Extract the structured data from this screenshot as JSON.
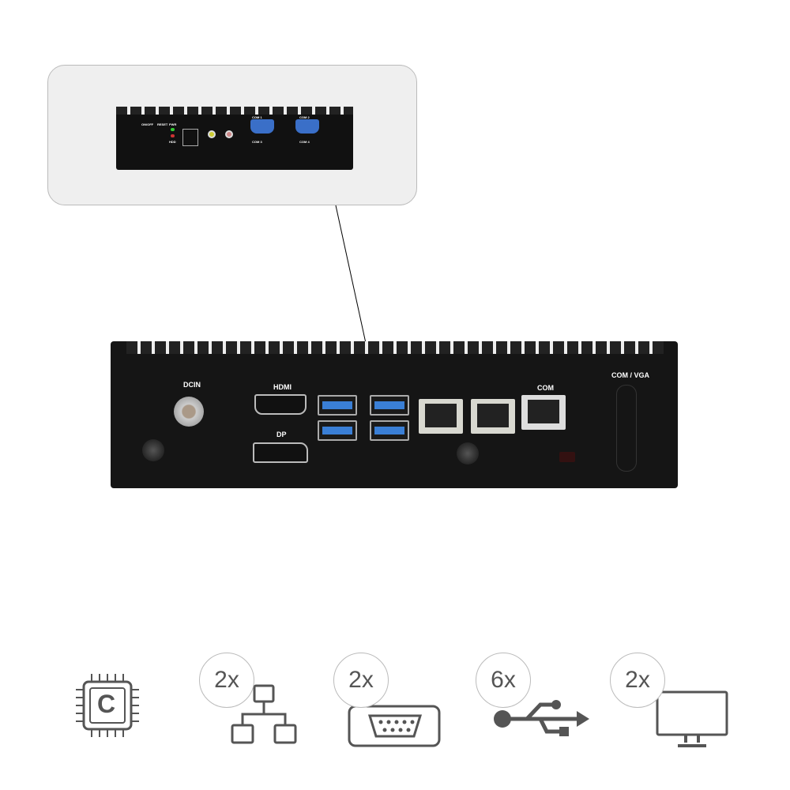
{
  "front_panel": {
    "labels": [
      "ON/OFF",
      "RESET",
      "PWR",
      "HDD",
      "COM 1",
      "COM 2",
      "COM 3",
      "COM 4"
    ]
  },
  "rear_panel": {
    "labels": {
      "dcin": "DCIN",
      "hdmi": "HDMI",
      "dp": "DP",
      "com": "COM",
      "com_vga": "COM / VGA"
    }
  },
  "features": [
    {
      "icon": "cpu-icon",
      "label": "C"
    },
    {
      "icon": "network-icon",
      "count": "2x"
    },
    {
      "icon": "serial-port-icon",
      "count": "2x"
    },
    {
      "icon": "usb-icon",
      "count": "6x"
    },
    {
      "icon": "monitor-icon",
      "count": "2x"
    }
  ],
  "colors": {
    "usb_blue": "#3a7fd6",
    "panel": "#151515",
    "icon_gray": "#555555"
  }
}
